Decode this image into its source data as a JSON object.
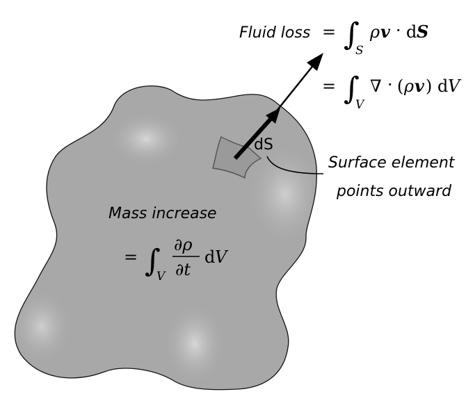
{
  "fluid_loss": {
    "label": "Fluid loss",
    "eq1": "=",
    "integral": "∫",
    "sub_S": "S",
    "rho": "ρ",
    "v": "v",
    "dot": "·",
    "d": "d",
    "S": "S",
    "eq2": "=",
    "sub_V": "V",
    "nabla": "∇",
    "paren_open": "(",
    "paren_close": ")",
    "V": "V"
  },
  "mass_increase": {
    "label": "Mass increase",
    "eq": "=",
    "integral": "∫",
    "sub_V": "V",
    "numerator": "∂ρ",
    "denominator": "∂t",
    "d": "d",
    "V": "V"
  },
  "surface_element": {
    "ds_label": "dS",
    "caption_line1": "Surface element",
    "caption_line2": "points outward"
  },
  "colors": {
    "blob": "#a8a8a8",
    "blob_edge": "#111111",
    "patch": "#9a9a9a"
  }
}
